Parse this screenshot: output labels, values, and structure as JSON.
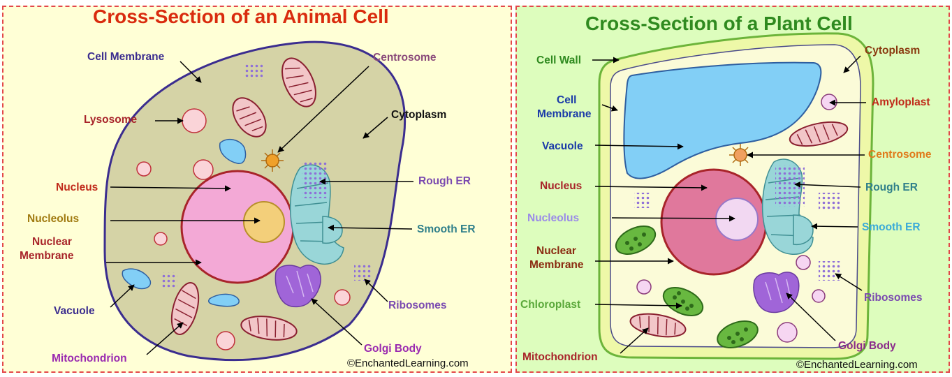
{
  "animal": {
    "title": "Cross-Section of an Animal Cell",
    "copyright": "©EnchantedLearning.com",
    "labels": {
      "cell_membrane": "Cell Membrane",
      "centrosome": "Centrosome",
      "lysosome": "Lysosome",
      "cytoplasm": "Cytoplasm",
      "nucleus": "Nucleus",
      "rough_er": "Rough ER",
      "nucleolus": "Nucleolus",
      "smooth_er": "Smooth ER",
      "nuclear_membrane_1": "Nuclear",
      "nuclear_membrane_2": "Membrane",
      "vacuole": "Vacuole",
      "ribosomes": "Ribosomes",
      "golgi_body": "Golgi Body",
      "mitochondrion": "Mitochondrion"
    }
  },
  "plant": {
    "title": "Cross-Section of a Plant Cell",
    "copyright": "©EnchantedLearning.com",
    "labels": {
      "cell_wall": "Cell Wall",
      "cytoplasm": "Cytoplasm",
      "cell_membrane_1": "Cell",
      "cell_membrane_2": "Membrane",
      "amyloplast": "Amyloplast",
      "vacuole": "Vacuole",
      "centrosome": "Centrosome",
      "nucleus": "Nucleus",
      "rough_er": "Rough ER",
      "nucleolus": "Nucleolus",
      "smooth_er": "Smooth ER",
      "nuclear_membrane_1": "Nuclear",
      "nuclear_membrane_2": "Membrane",
      "ribosomes": "Ribosomes",
      "chloroplast": "Chloroplast",
      "golgi_body": "Golgi Body",
      "mitochondrion": "Mitochondrion"
    }
  },
  "colors": {
    "animal_title": "#d92b0e",
    "plant_title": "#2f8a1f",
    "animal_cytoplasm": "#d5d3a6",
    "plant_cytoplasm": "#fbfbd8",
    "nucleus_animal": "#f3a9d6",
    "nucleus_plant": "#e0789c",
    "vacuole": "#82cff6",
    "golgi": "#a065d8",
    "er": "#99d6d8"
  }
}
